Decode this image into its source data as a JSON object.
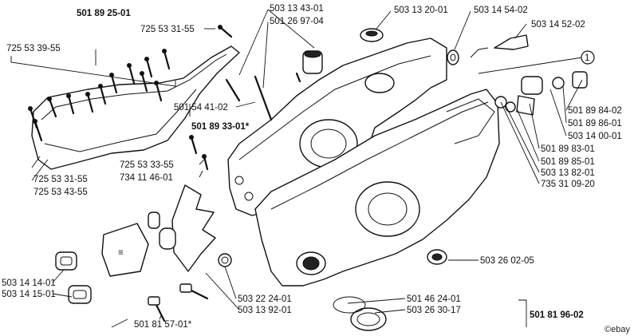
{
  "labels": {
    "l_501892501": "501 89 25-01",
    "l_725533155_top": "725 53 31-55",
    "l_725533955": "725 53 39-55",
    "l_503134301": "503 13 43-01",
    "l_501269704": "501 26 97-04",
    "l_503132001": "503 13 20-01",
    "l_503145402": "503 14 54-02",
    "l_503145202": "503 14 52-02",
    "l_501544102": "501 54 41-02",
    "l_501893301": "501 89 33-01*",
    "l_501898402": "501 89 84-02",
    "l_501898601": "501 89 86-01",
    "l_503140001": "503 14 00-01",
    "l_501898301": "501 89 83-01",
    "l_501898501": "501 89 85-01",
    "l_503138201": "503 13 82-01",
    "l_735310920": "735 31 09-20",
    "l_725533355": "725 53 33-55",
    "l_734114601": "734 11 46-01",
    "l_725533155_bot": "725 53 31-55",
    "l_725534355": "725 53 43-55",
    "l_503260205": "503 26 02-05",
    "l_503141401": "503 14 14-01",
    "l_503141501": "503 14 15-01",
    "l_503222401": "503 22 24-01",
    "l_503139201": "503 13 92-01",
    "l_501462401": "501 46 24-01",
    "l_503263017": "503 26 30-17",
    "l_501815701": "501 81 57-01*",
    "l_501819602": "501 81 96-02"
  },
  "callout_number": "1",
  "watermark": "©ebay"
}
